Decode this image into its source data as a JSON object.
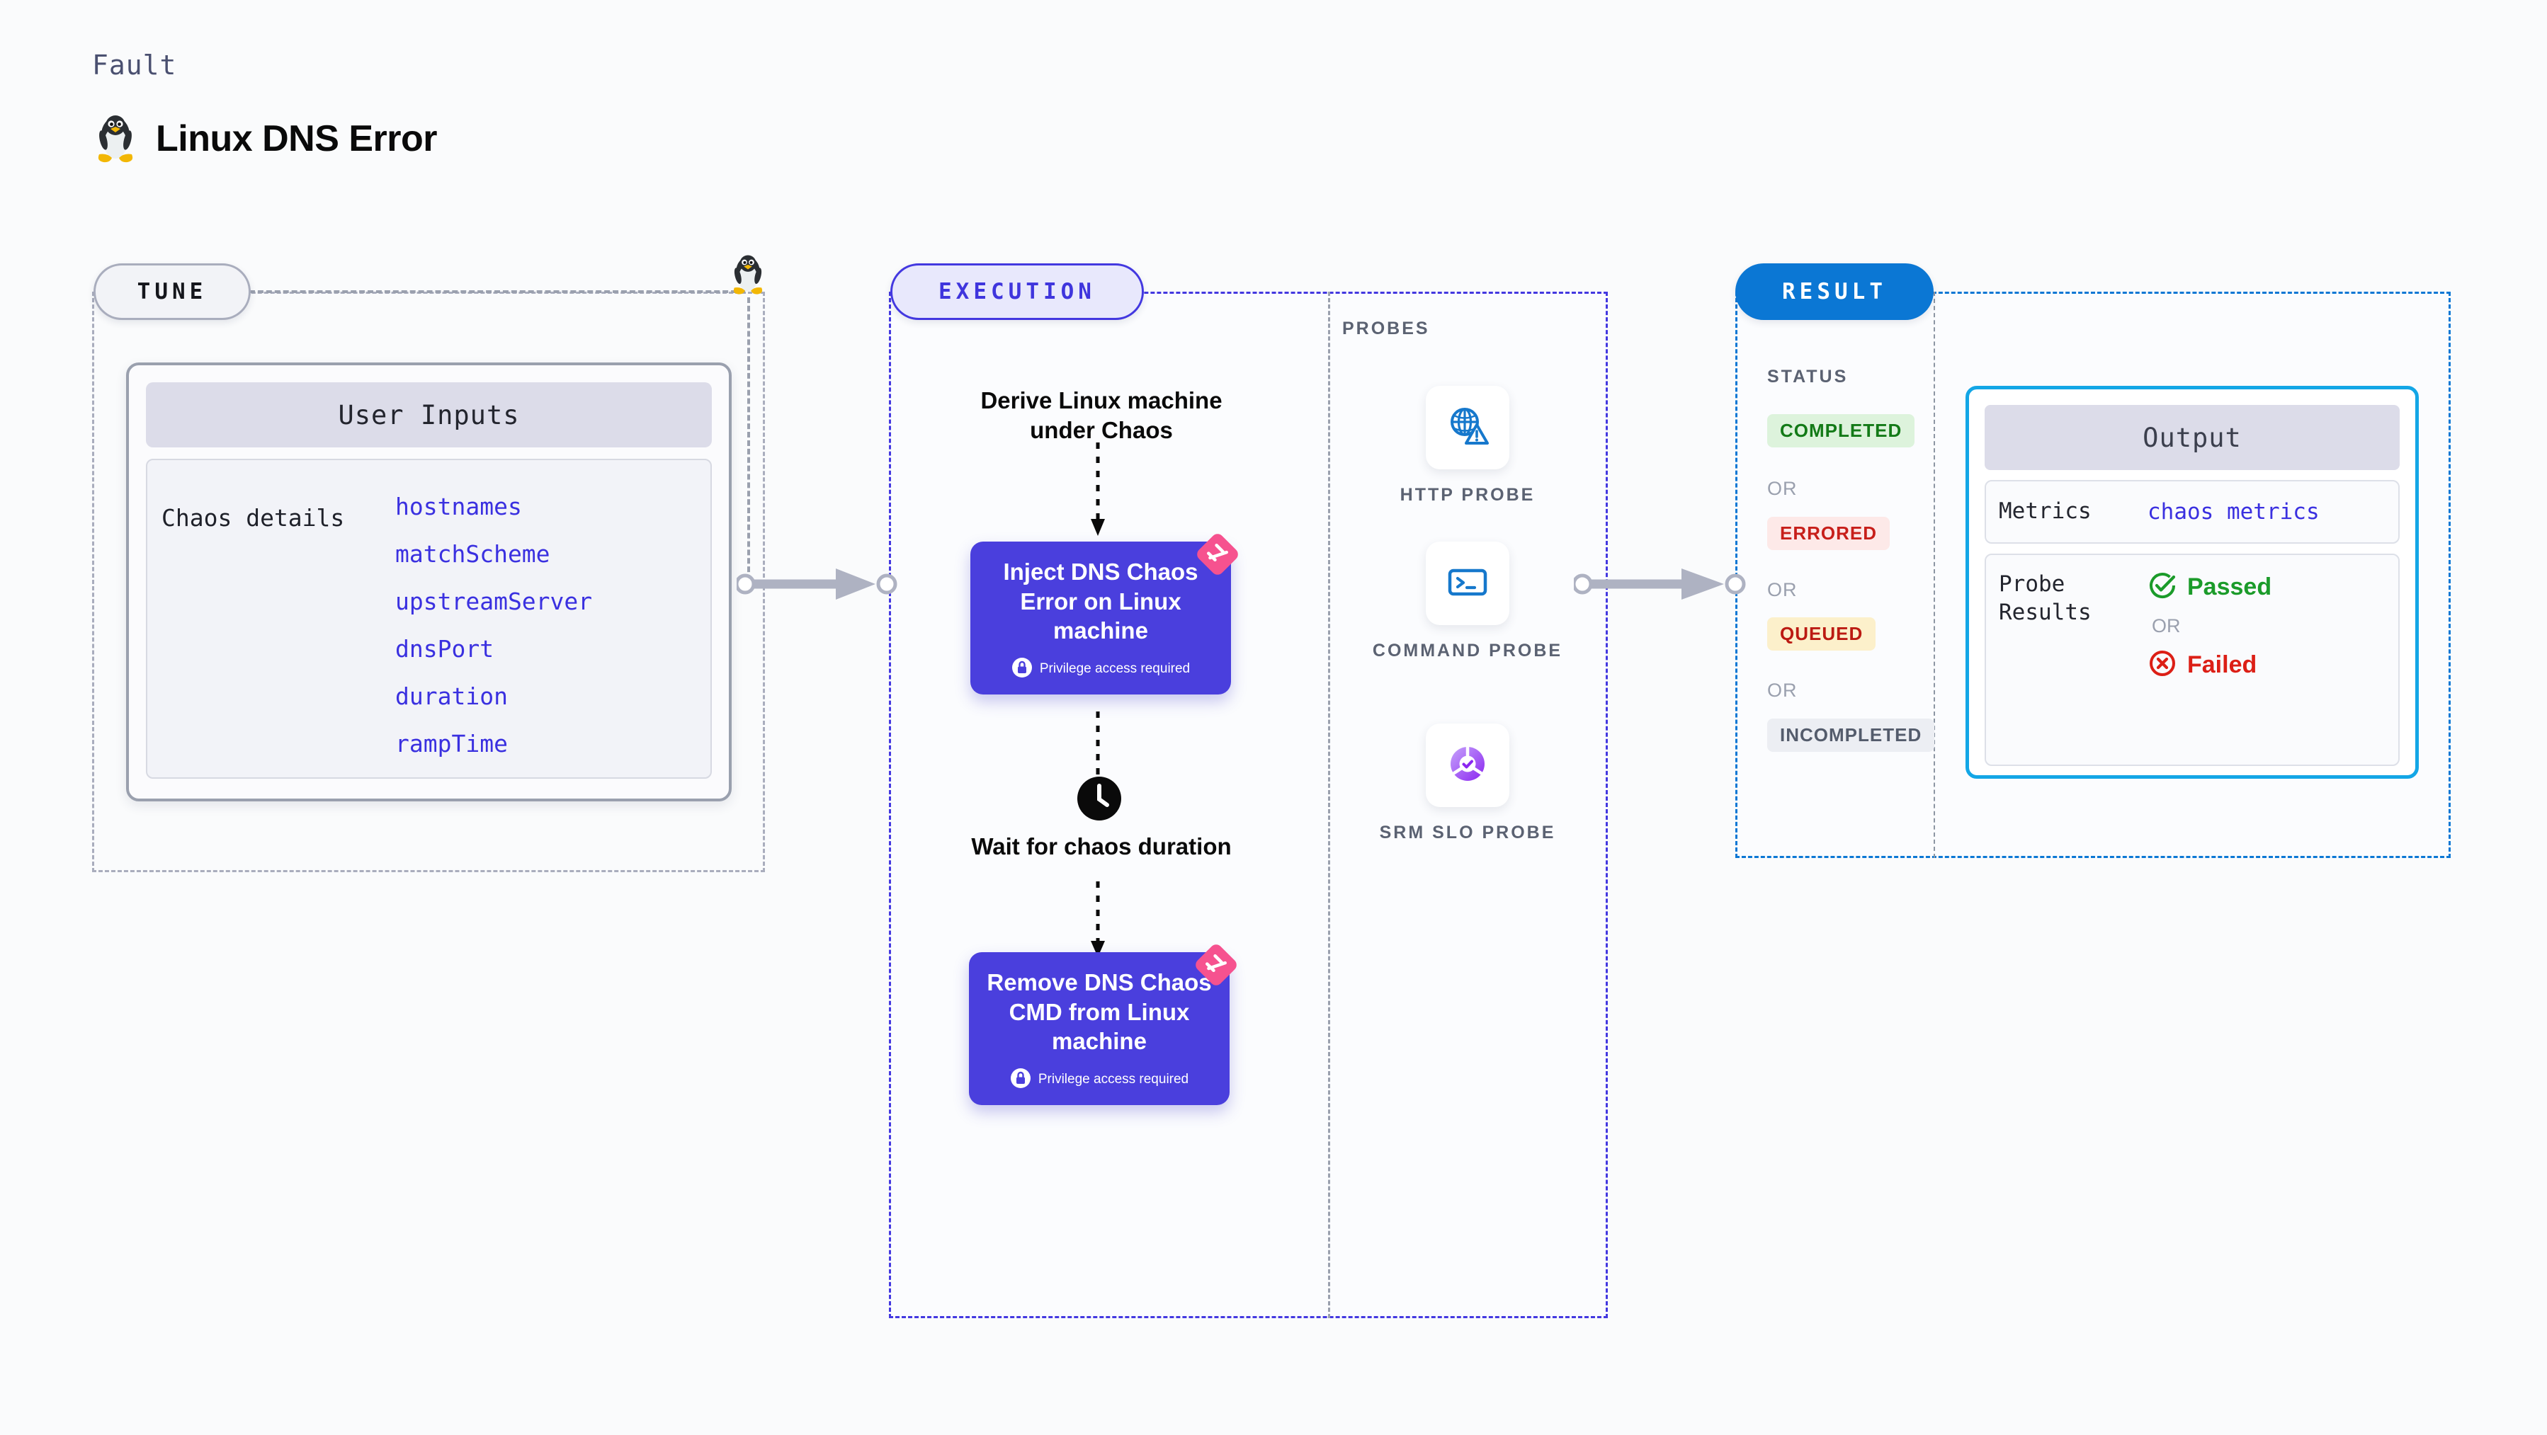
{
  "header": {
    "kicker": "Fault",
    "title": "Linux DNS Error",
    "icon": "linux-penguin-icon"
  },
  "tune": {
    "badge": "TUNE",
    "card_title": "User Inputs",
    "details_label": "Chaos details",
    "params": [
      "hostnames",
      "matchScheme",
      "upstreamServer",
      "dnsPort",
      "duration",
      "rampTime"
    ]
  },
  "execution": {
    "badge": "EXECUTION",
    "derive_text": "Derive Linux machine under Chaos",
    "inject_node": {
      "title": "Inject DNS Chaos Error on Linux machine",
      "privilege_note": "Privilege access required",
      "badge_icon": "harness-chaos-badge-icon",
      "lock_icon": "lock-icon"
    },
    "wait_text": "Wait for chaos duration",
    "wait_icon": "clock-icon",
    "remove_node": {
      "title": "Remove DNS Chaos CMD from Linux machine",
      "privilege_note": "Privilege access required",
      "badge_icon": "harness-chaos-badge-icon",
      "lock_icon": "lock-icon"
    }
  },
  "probes": {
    "label": "PROBES",
    "items": [
      {
        "name": "HTTP PROBE",
        "icon": "globe-warning-icon"
      },
      {
        "name": "COMMAND PROBE",
        "icon": "terminal-icon"
      },
      {
        "name": "SRM SLO PROBE",
        "icon": "slo-donut-check-icon"
      }
    ]
  },
  "result": {
    "badge": "RESULT",
    "status_label": "STATUS",
    "or_text": "OR",
    "statuses": [
      {
        "label": "COMPLETED",
        "bg": "#ddf3dc",
        "fg": "#137a17"
      },
      {
        "label": "ERRORED",
        "bg": "#fde9e8",
        "fg": "#c71f1a"
      },
      {
        "label": "QUEUED",
        "bg": "#fcf0cb",
        "fg": "#bb1a12"
      },
      {
        "label": "INCOMPLETED",
        "bg": "#eceef3",
        "fg": "#545c6c"
      }
    ],
    "output": {
      "title": "Output",
      "metrics_key": "Metrics",
      "metrics_value": "chaos metrics",
      "probe_results_key": "Probe\nResults",
      "passed_label": "Passed",
      "failed_label": "Failed",
      "or_text": "OR",
      "passed_icon": "check-circle-icon",
      "failed_icon": "x-circle-icon"
    }
  },
  "colors": {
    "chaos_node": "#4a3fdd",
    "execution_accent": "#4338e0",
    "result_accent": "#0b77d4",
    "output_border": "#13a6e6",
    "param_text": "#3a30e0",
    "badge_pink": "#f6528f"
  }
}
